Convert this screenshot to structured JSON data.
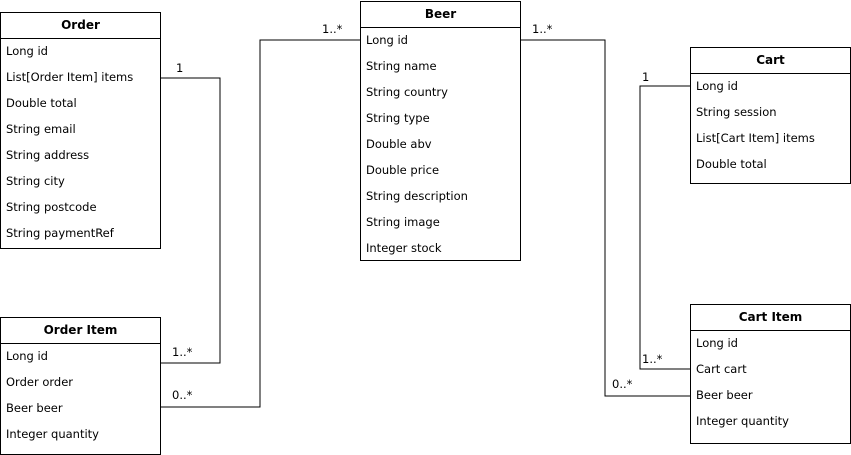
{
  "classes": {
    "order": {
      "name": "Order",
      "attributes": [
        "Long id",
        "List[Order Item] items",
        "Double total",
        "String email",
        "String address",
        "String city",
        "String postcode",
        "String paymentRef"
      ]
    },
    "order_item": {
      "name": "Order Item",
      "attributes": [
        "Long id",
        "Order order",
        "Beer beer",
        "Integer quantity"
      ]
    },
    "beer": {
      "name": "Beer",
      "attributes": [
        "Long id",
        "String name",
        "String country",
        "String type",
        "Double abv",
        "Double price",
        "String description",
        "String image",
        "Integer stock"
      ]
    },
    "cart": {
      "name": "Cart",
      "attributes": [
        "Long id",
        "String session",
        "List[Cart Item] items",
        "Double total"
      ]
    },
    "cart_item": {
      "name": "Cart Item",
      "attributes": [
        "Long id",
        "Cart cart",
        "Beer beer",
        "Integer quantity"
      ]
    }
  },
  "multiplicities": {
    "order_to_items": "1",
    "order_items_from_order": "1..*",
    "beer_to_order_items": "1..*",
    "order_items_beer": "0..*",
    "beer_to_cart_items": "1..*",
    "cart_to_items": "1",
    "cart_items_from_cart": "1..*",
    "cart_items_beer": "0..*"
  }
}
